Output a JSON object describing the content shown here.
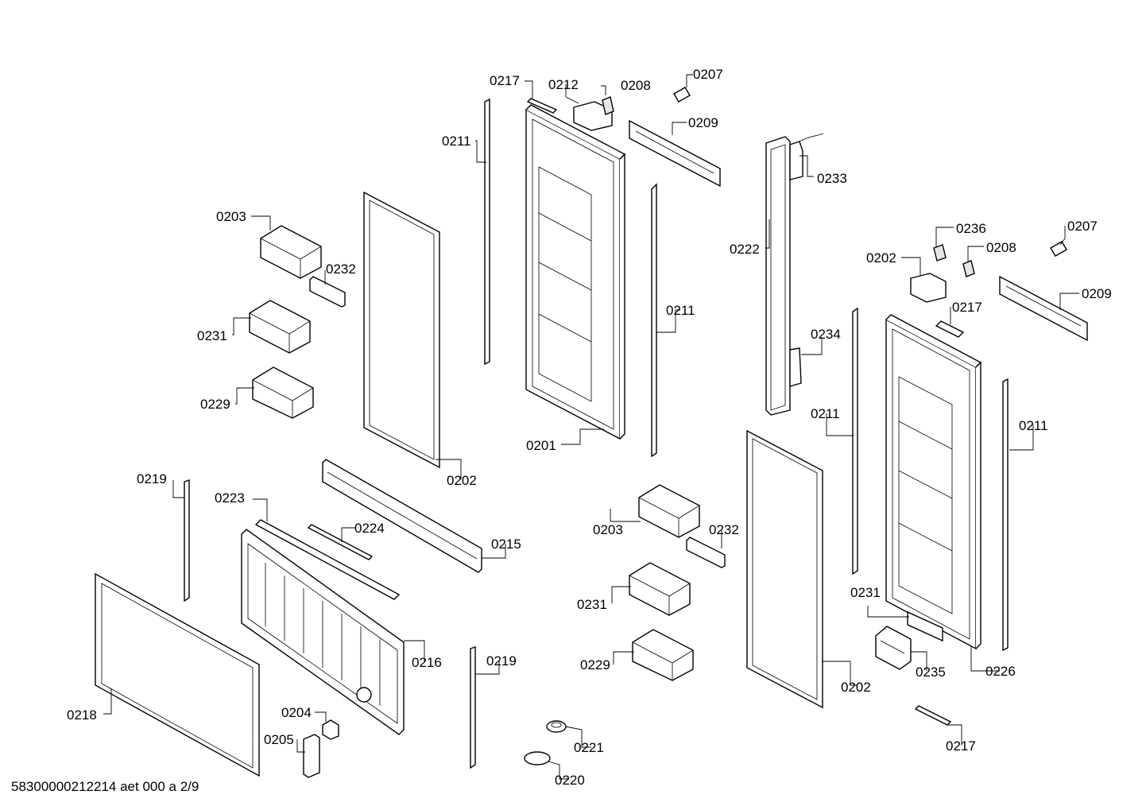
{
  "document_id": "58300000212214 aet 000 a 2/9",
  "part_labels": {
    "l0217a": "0217",
    "l0212": "0212",
    "l0208a": "0208",
    "l0207a": "0207",
    "l0209a": "0209",
    "l0211a": "0211",
    "l0233": "0233",
    "l0203a": "0203",
    "l0222": "0222",
    "l0236": "0236",
    "l0208b": "0208",
    "l0207b": "0207",
    "l0202a": "0202",
    "l0232a": "0232",
    "l0209b": "0209",
    "l0211b": "0211",
    "l0217b": "0217",
    "l0231a": "0231",
    "l0234": "0234",
    "l0211c": "0211",
    "l0211d": "0211",
    "l0229a": "0229",
    "l0201": "0201",
    "l0202b": "0202",
    "l0219a": "0219",
    "l0223": "0223",
    "l0224": "0224",
    "l0215": "0215",
    "l0203b": "0203",
    "l0232b": "0232",
    "l0231b": "0231",
    "l0231c": "0231",
    "l0216": "0216",
    "l0219b": "0219",
    "l0229b": "0229",
    "l0235": "0235",
    "l0226": "0226",
    "l0202c": "0202",
    "l0218": "0218",
    "l0204": "0204",
    "l0205": "0205",
    "l0221": "0221",
    "l0217c": "0217",
    "l0220": "0220"
  }
}
